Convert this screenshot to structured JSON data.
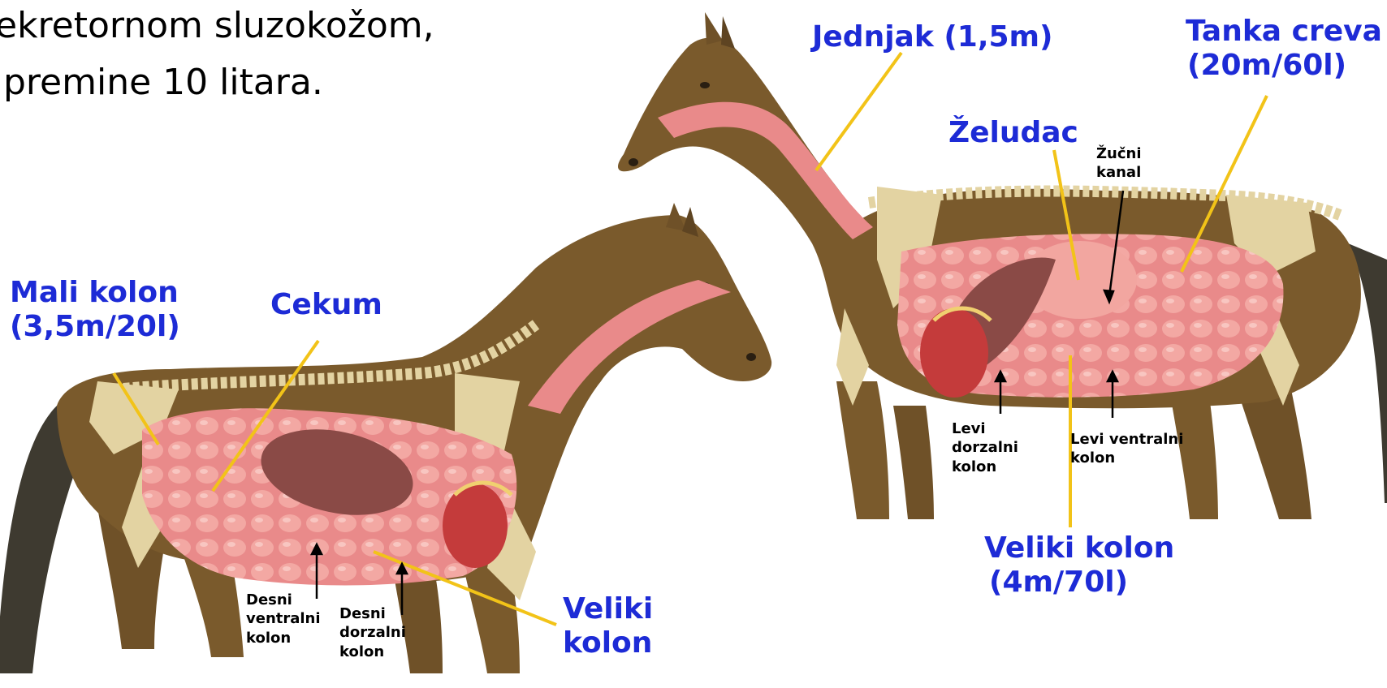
{
  "slide_text": {
    "line1": "ekretornom sluzokožom,",
    "line2": "premine 10 litara."
  },
  "labels_blue": {
    "jednjak": "Jednjak (1,5m)",
    "tanka_creva": [
      "Tanka creva",
      "(20m/60l)"
    ],
    "zeludac": "Želudac",
    "mali_kolon": [
      "Mali kolon",
      "(3,5m/20l)"
    ],
    "cekum": "Cekum",
    "veliki_kolon_left": [
      "Veliki",
      "kolon"
    ],
    "veliki_kolon_right": [
      "Veliki kolon",
      "(4m/70l)"
    ]
  },
  "labels_black": {
    "zucni_kanal": [
      "Žučni",
      "kanal"
    ],
    "levi_dorzalni": [
      "Levi",
      "dorzalni",
      "kolon"
    ],
    "levi_ventralni": [
      "Levi ventralni",
      "kolon"
    ],
    "desni_ventralni": [
      "Desni",
      "ventralni",
      "kolon"
    ],
    "desni_dorzalni": [
      "Desni",
      "dorzalni",
      "kolon"
    ]
  },
  "colors": {
    "label_blue": "#1d2bd6",
    "pointer_yellow": "#f2c318",
    "horse_brown": "#7a5a2c",
    "gut_pink": "#e88c8c",
    "bone": "#e3d3a2"
  }
}
